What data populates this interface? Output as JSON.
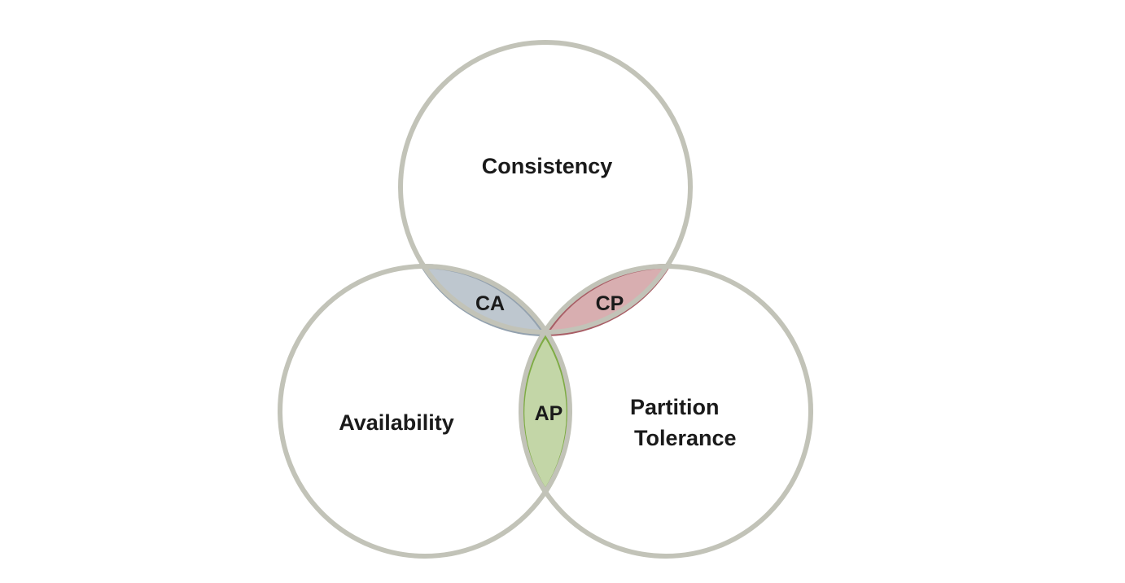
{
  "diagram": {
    "circles": [
      {
        "id": "consistency",
        "lines": [
          "Consistency"
        ]
      },
      {
        "id": "availability",
        "lines": [
          "Availability"
        ]
      },
      {
        "id": "partition",
        "lines": [
          "Partition",
          "Tolerance"
        ]
      }
    ],
    "intersections": [
      {
        "id": "ca",
        "label": "CA"
      },
      {
        "id": "cp",
        "label": "CP"
      },
      {
        "id": "ap",
        "label": "AP"
      }
    ],
    "colors": {
      "circle_stroke": "#c2c3b8",
      "ca_fill": "#bec7cf",
      "ca_stroke": "#93a1ae",
      "cp_fill": "#d8aeb0",
      "cp_stroke": "#a85d65",
      "ap_fill": "#c3d6a7",
      "ap_stroke": "#7eab44"
    }
  }
}
